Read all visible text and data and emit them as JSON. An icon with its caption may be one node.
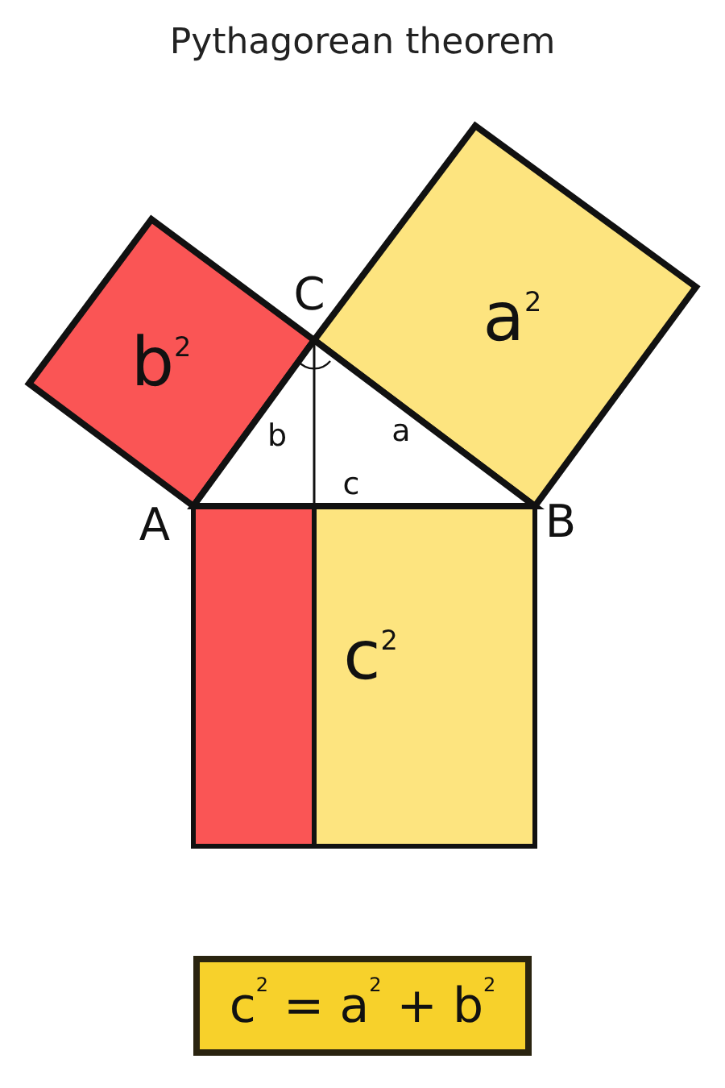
{
  "diagram": {
    "title": "Pythagorean theorem",
    "nodes": [
      {
        "text": [
          "b$^{2}$"
        ]
      },
      {
        "text": [
          "a$^{2}$"
        ]
      },
      {
        "text": [],
        "shape": "box"
      },
      {
        "text": [
          "c$^{2}$"
        ]
      },
      {
        "text": [
          "c$^{2}$ = a$^{2}$ + b$^{2}$"
        ]
      }
    ],
    "edges": [],
    "labels": [
      "C",
      "b",
      "a",
      "A",
      "c",
      "B"
    ]
  }
}
